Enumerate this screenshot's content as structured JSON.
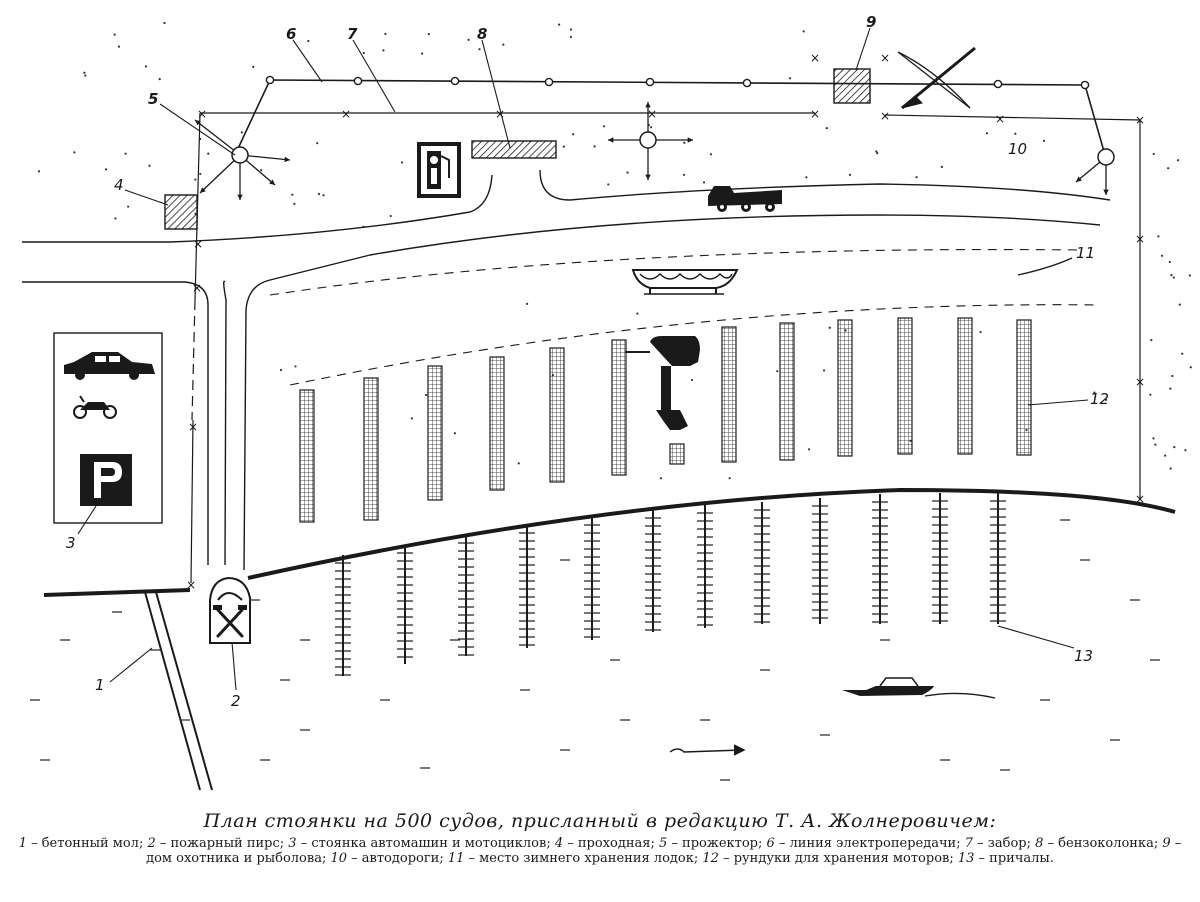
{
  "diagram": {
    "labels": [
      "1",
      "2",
      "3",
      "4",
      "5",
      "6",
      "7",
      "8",
      "9",
      "10",
      "11",
      "12",
      "13"
    ]
  },
  "caption": {
    "title": "План стоянки на 500 судов, присланный в редакцию Т. А. Жолнеровичем:",
    "legend": [
      {
        "num": "1",
        "text": "бетонный мол"
      },
      {
        "num": "2",
        "text": "пожарный пирс"
      },
      {
        "num": "3",
        "text": "стоянка автомашин и мотоциклов"
      },
      {
        "num": "4",
        "text": "проходная"
      },
      {
        "num": "5",
        "text": "прожектор"
      },
      {
        "num": "6",
        "text": "линия электропередачи"
      },
      {
        "num": "7",
        "text": "забор"
      },
      {
        "num": "8",
        "text": "бензоколонка"
      },
      {
        "num": "9",
        "text": "дом охотника и рыболова"
      },
      {
        "num": "10",
        "text": "автодороги"
      },
      {
        "num": "11",
        "text": "место зимнего хранения лодок"
      },
      {
        "num": "12",
        "text": "рундуки для хранения моторов"
      },
      {
        "num": "13",
        "text": "причалы"
      }
    ]
  }
}
